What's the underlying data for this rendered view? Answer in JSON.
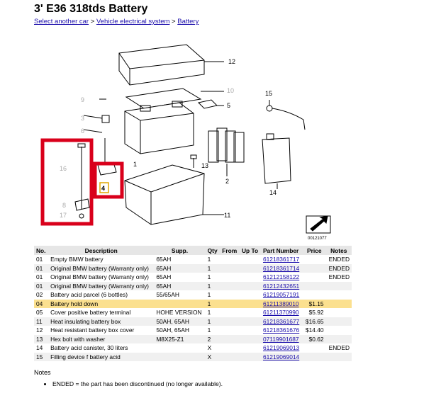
{
  "page": {
    "title": "3' E36 318tds Battery"
  },
  "breadcrumb": {
    "link1": "Select another car",
    "sep1": " > ",
    "link2": "Vehicle electrical system",
    "sep2": " > ",
    "link3": "Battery"
  },
  "diagram": {
    "code": "00121077",
    "callouts": [
      "12",
      "10",
      "5",
      "9",
      "3",
      "6",
      "1",
      "16",
      "4",
      "8",
      "17",
      "13",
      "2",
      "11",
      "15",
      "14"
    ]
  },
  "table": {
    "headers": [
      "No.",
      "Description",
      "Supp.",
      "Qty",
      "From",
      "Up To",
      "Part Number",
      "Price",
      "Notes"
    ],
    "rows": [
      {
        "no": "01",
        "desc": "Empty BMW battery",
        "supp": "65AH",
        "qty": "1",
        "from": "",
        "upto": "",
        "part": "61218361717",
        "price": "",
        "notes": "ENDED"
      },
      {
        "no": "01",
        "desc": "Original BMW battery (Warranty only)",
        "supp": "65AH",
        "qty": "1",
        "from": "",
        "upto": "",
        "part": "61218361714",
        "price": "",
        "notes": "ENDED"
      },
      {
        "no": "01",
        "desc": "Original BMW battery (Warranty only)",
        "supp": "65AH",
        "qty": "1",
        "from": "",
        "upto": "",
        "part": "61212158122",
        "price": "",
        "notes": "ENDED"
      },
      {
        "no": "01",
        "desc": "Original BMW battery (Warranty only)",
        "supp": "65AH",
        "qty": "1",
        "from": "",
        "upto": "",
        "part": "61212432651",
        "price": "",
        "notes": ""
      },
      {
        "no": "02",
        "desc": "Battery acid parcel (6 bottles)",
        "supp": "55/65AH",
        "qty": "1",
        "from": "",
        "upto": "",
        "part": "61219057191",
        "price": "",
        "notes": ""
      },
      {
        "no": "04",
        "desc": "Battery hold down",
        "supp": "",
        "qty": "1",
        "from": "",
        "upto": "",
        "part": "61211389010",
        "price": "$1.15",
        "notes": ""
      },
      {
        "no": "05",
        "desc": "Cover positive battery terminal",
        "supp": "HOHE VERSION",
        "qty": "1",
        "from": "",
        "upto": "",
        "part": "61211370990",
        "price": "$5.92",
        "notes": ""
      },
      {
        "no": "11",
        "desc": "Heat insulating battery box",
        "supp": "50AH, 65AH",
        "qty": "1",
        "from": "",
        "upto": "",
        "part": "61218361677",
        "price": "$16.65",
        "notes": ""
      },
      {
        "no": "12",
        "desc": "Heat resistant battery box cover",
        "supp": "50AH, 65AH",
        "qty": "1",
        "from": "",
        "upto": "",
        "part": "61218361676",
        "price": "$14.40",
        "notes": ""
      },
      {
        "no": "13",
        "desc": "Hex bolt with washer",
        "supp": "M8X25-Z1",
        "qty": "2",
        "from": "",
        "upto": "",
        "part": "07119901687",
        "price": "$0.62",
        "notes": ""
      },
      {
        "no": "14",
        "desc": "Battery acid canister, 30 liters",
        "supp": "",
        "qty": "X",
        "from": "",
        "upto": "",
        "part": "61219069013",
        "price": "",
        "notes": "ENDED"
      },
      {
        "no": "15",
        "desc": "Filling device f battery acid",
        "supp": "",
        "qty": "X",
        "from": "",
        "upto": "",
        "part": "61219069014",
        "price": "",
        "notes": ""
      }
    ],
    "highlight_index": 5
  },
  "notes": {
    "title": "Notes",
    "items": [
      "ENDED = the part has been discontinued (no longer available)."
    ]
  },
  "colors": {
    "highlight_row": "#fbe08f",
    "link": "#1a0dab",
    "callout_box": "#d9001b"
  }
}
